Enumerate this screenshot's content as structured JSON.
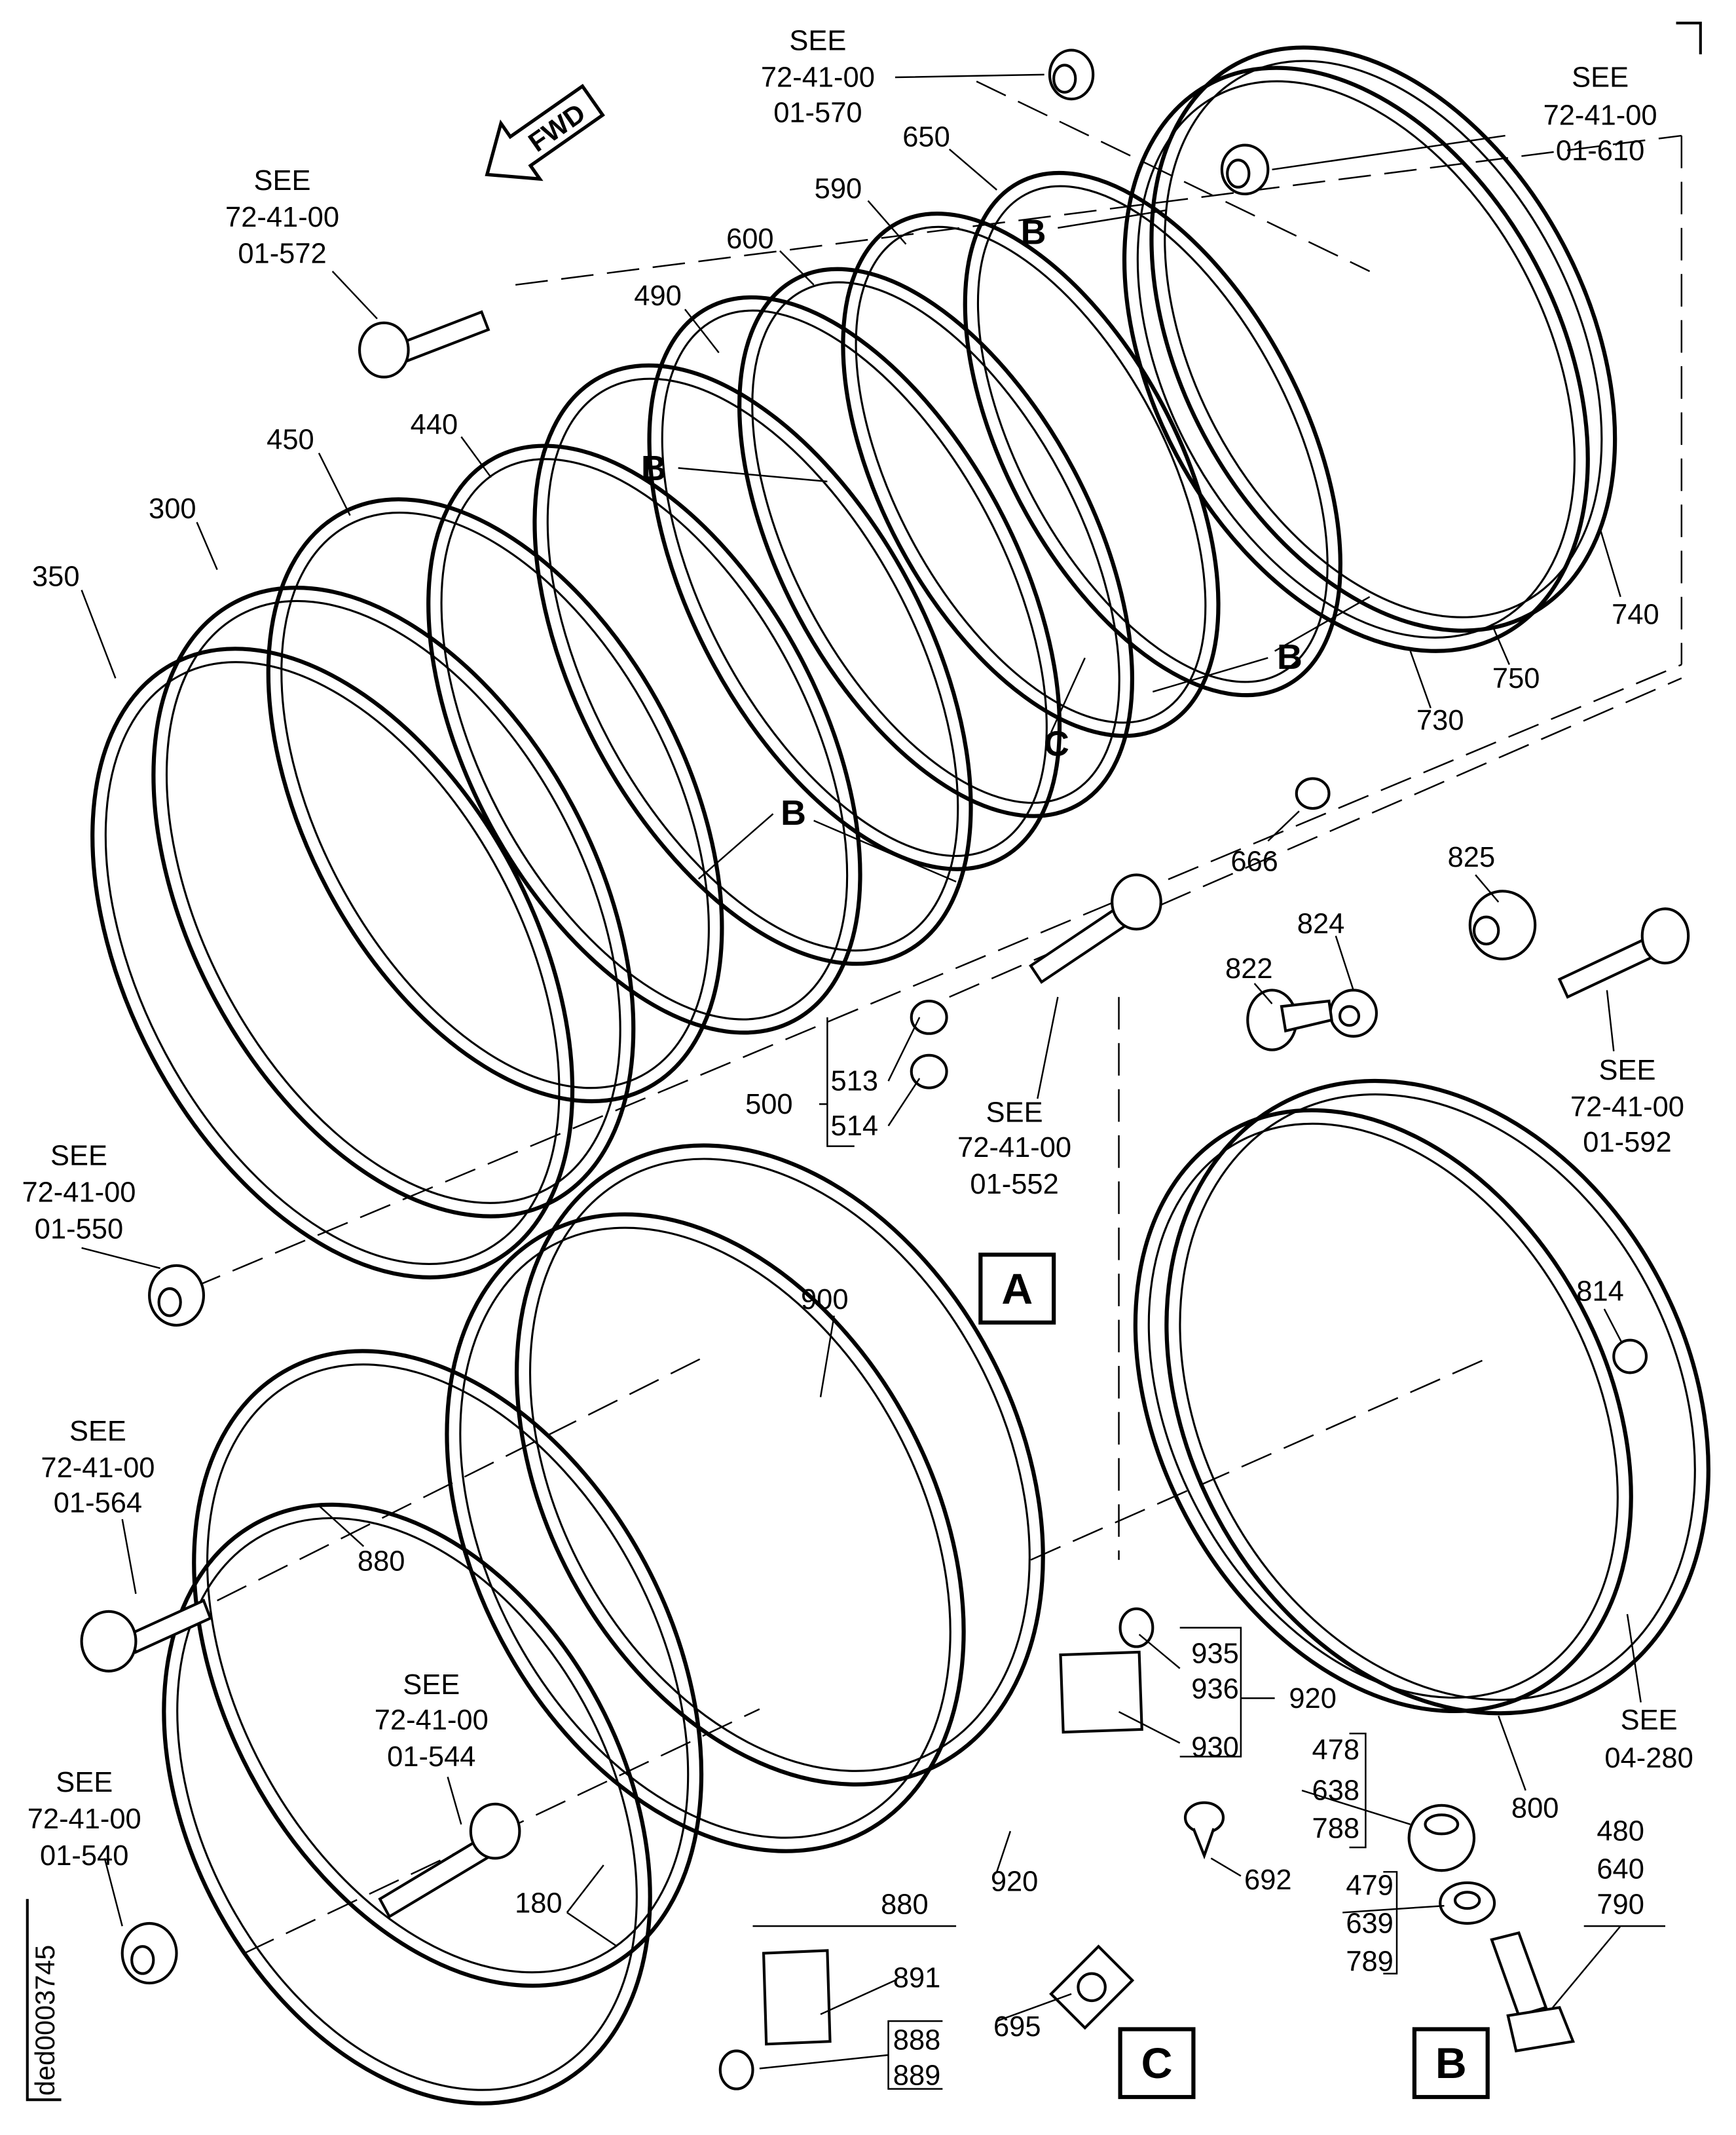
{
  "figure_id": "ded0003745",
  "fwd_label": "FWD",
  "references": {
    "r570": {
      "see": "SEE",
      "chapter": "72-41-00",
      "item": "01-570"
    },
    "r610": {
      "see": "SEE",
      "chapter": "72-41-00",
      "item": "01-610"
    },
    "r572": {
      "see": "SEE",
      "chapter": "72-41-00",
      "item": "01-572"
    },
    "r592": {
      "see": "SEE",
      "chapter": "72-41-00",
      "item": "01-592"
    },
    "r552": {
      "see": "SEE",
      "chapter": "72-41-00",
      "item": "01-552"
    },
    "r550": {
      "see": "SEE",
      "chapter": "72-41-00",
      "item": "01-550"
    },
    "r564": {
      "see": "SEE",
      "chapter": "72-41-00",
      "item": "01-564"
    },
    "r544": {
      "see": "SEE",
      "chapter": "72-41-00",
      "item": "01-544"
    },
    "r540": {
      "see": "SEE",
      "chapter": "72-41-00",
      "item": "01-540"
    },
    "r280": {
      "see": "SEE",
      "item": "04-280"
    }
  },
  "items": {
    "i650": "650",
    "i590": "590",
    "i600": "600",
    "i490": "490",
    "i440": "440",
    "i450": "450",
    "i300": "300",
    "i350": "350",
    "i740": "740",
    "i750": "750",
    "i730": "730",
    "i666": "666",
    "i825": "825",
    "i824": "824",
    "i822": "822",
    "i513": "513",
    "i514": "514",
    "i500": "500",
    "i900": "900",
    "i814": "814",
    "i880a": "880",
    "i935": "935",
    "i936": "936",
    "i920a": "920",
    "i930": "930",
    "i800": "800",
    "i478": "478",
    "i638": "638",
    "i788": "788",
    "i480": "480",
    "i640": "640",
    "i790": "790",
    "i692": "692",
    "i920b": "920",
    "i880b": "880",
    "i180": "180",
    "i479": "479",
    "i639": "639",
    "i789": "789",
    "i891": "891",
    "i888": "888",
    "i889": "889",
    "i695": "695"
  },
  "detail_callouts": {
    "b1": "B",
    "b2": "B",
    "b3": "B",
    "b4": "B",
    "c1": "C"
  },
  "views": {
    "a": "A",
    "b": "B",
    "c": "C"
  }
}
